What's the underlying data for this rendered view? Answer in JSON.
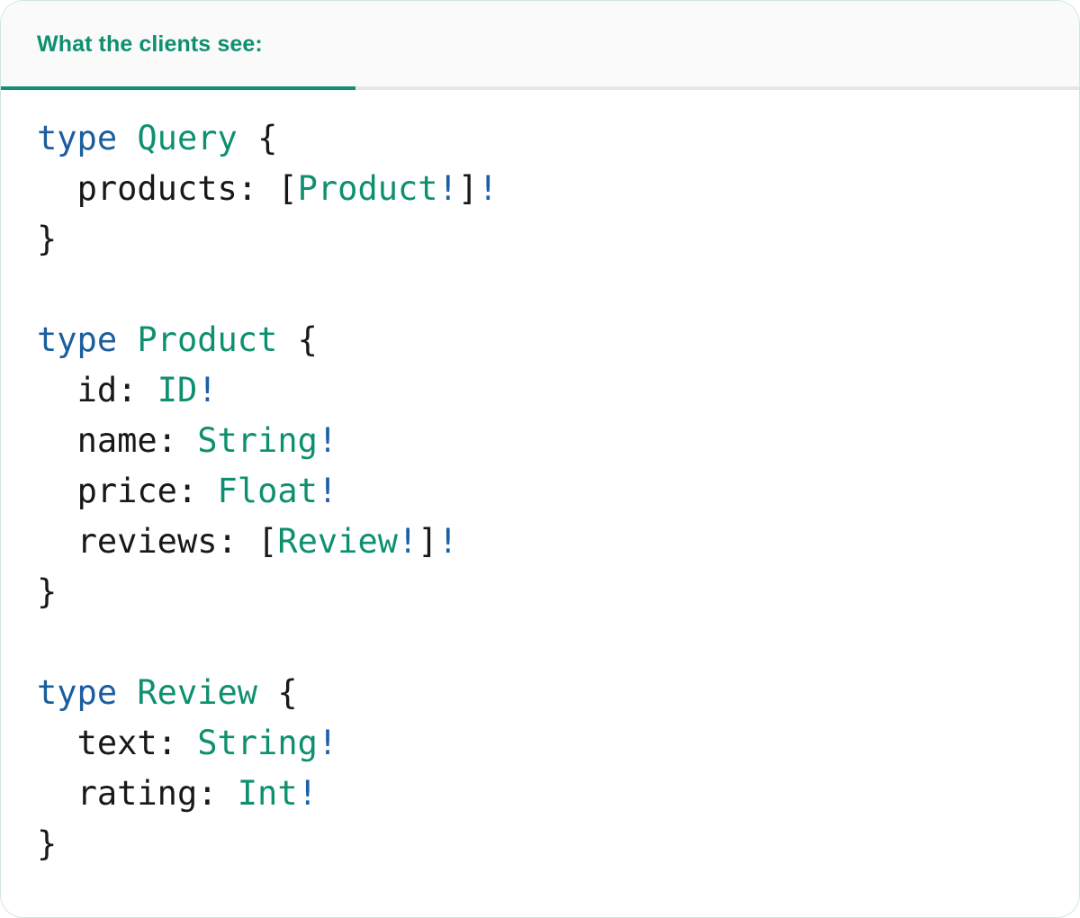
{
  "card": {
    "border_color": "#cfe6dd",
    "background": "#ffffff"
  },
  "tabbar": {
    "background": "#fafafa",
    "divider_color": "#e6e6e6",
    "active_tab": {
      "label": "What the clients see:",
      "text_color": "#0e8f70",
      "underline_color": "#109273"
    }
  },
  "syntax_colors": {
    "keyword": "#1b5e9e",
    "type_name": "#0e9070",
    "field_name": "#17181a",
    "punctuation": "#17181a",
    "non_null_bang": "#1a5fa8"
  },
  "code": {
    "language": "graphql",
    "lines": [
      {
        "id": "line-1",
        "text": "type Query {",
        "tokens": [
          {
            "t": "type",
            "c": "kw"
          },
          {
            "t": " ",
            "c": "punct"
          },
          {
            "t": "Query",
            "c": "type"
          },
          {
            "t": " ",
            "c": "punct"
          },
          {
            "t": "{",
            "c": "punct"
          }
        ]
      },
      {
        "id": "line-2",
        "text": "  products: [Product!]!",
        "tokens": [
          {
            "t": "  ",
            "c": "punct"
          },
          {
            "t": "products",
            "c": "field"
          },
          {
            "t": ": ",
            "c": "punct"
          },
          {
            "t": "[",
            "c": "punct"
          },
          {
            "t": "Product",
            "c": "type"
          },
          {
            "t": "!",
            "c": "bang"
          },
          {
            "t": "]",
            "c": "punct"
          },
          {
            "t": "!",
            "c": "bang"
          }
        ]
      },
      {
        "id": "line-3",
        "text": "}",
        "tokens": [
          {
            "t": "}",
            "c": "punct"
          }
        ]
      },
      {
        "id": "line-4",
        "text": "",
        "tokens": []
      },
      {
        "id": "line-5",
        "text": "type Product {",
        "tokens": [
          {
            "t": "type",
            "c": "kw"
          },
          {
            "t": " ",
            "c": "punct"
          },
          {
            "t": "Product",
            "c": "type"
          },
          {
            "t": " ",
            "c": "punct"
          },
          {
            "t": "{",
            "c": "punct"
          }
        ]
      },
      {
        "id": "line-6",
        "text": "  id: ID!",
        "tokens": [
          {
            "t": "  ",
            "c": "punct"
          },
          {
            "t": "id",
            "c": "field"
          },
          {
            "t": ": ",
            "c": "punct"
          },
          {
            "t": "ID",
            "c": "type"
          },
          {
            "t": "!",
            "c": "bang"
          }
        ]
      },
      {
        "id": "line-7",
        "text": "  name: String!",
        "tokens": [
          {
            "t": "  ",
            "c": "punct"
          },
          {
            "t": "name",
            "c": "field"
          },
          {
            "t": ": ",
            "c": "punct"
          },
          {
            "t": "String",
            "c": "type"
          },
          {
            "t": "!",
            "c": "bang"
          }
        ]
      },
      {
        "id": "line-8",
        "text": "  price: Float!",
        "tokens": [
          {
            "t": "  ",
            "c": "punct"
          },
          {
            "t": "price",
            "c": "field"
          },
          {
            "t": ": ",
            "c": "punct"
          },
          {
            "t": "Float",
            "c": "type"
          },
          {
            "t": "!",
            "c": "bang"
          }
        ]
      },
      {
        "id": "line-9",
        "text": "  reviews: [Review!]!",
        "tokens": [
          {
            "t": "  ",
            "c": "punct"
          },
          {
            "t": "reviews",
            "c": "field"
          },
          {
            "t": ": ",
            "c": "punct"
          },
          {
            "t": "[",
            "c": "punct"
          },
          {
            "t": "Review",
            "c": "type"
          },
          {
            "t": "!",
            "c": "bang"
          },
          {
            "t": "]",
            "c": "punct"
          },
          {
            "t": "!",
            "c": "bang"
          }
        ]
      },
      {
        "id": "line-10",
        "text": "}",
        "tokens": [
          {
            "t": "}",
            "c": "punct"
          }
        ]
      },
      {
        "id": "line-11",
        "text": "",
        "tokens": []
      },
      {
        "id": "line-12",
        "text": "type Review {",
        "tokens": [
          {
            "t": "type",
            "c": "kw"
          },
          {
            "t": " ",
            "c": "punct"
          },
          {
            "t": "Review",
            "c": "type"
          },
          {
            "t": " ",
            "c": "punct"
          },
          {
            "t": "{",
            "c": "punct"
          }
        ]
      },
      {
        "id": "line-13",
        "text": "  text: String!",
        "tokens": [
          {
            "t": "  ",
            "c": "punct"
          },
          {
            "t": "text",
            "c": "field"
          },
          {
            "t": ": ",
            "c": "punct"
          },
          {
            "t": "String",
            "c": "type"
          },
          {
            "t": "!",
            "c": "bang"
          }
        ]
      },
      {
        "id": "line-14",
        "text": "  rating: Int!",
        "tokens": [
          {
            "t": "  ",
            "c": "punct"
          },
          {
            "t": "rating",
            "c": "field"
          },
          {
            "t": ": ",
            "c": "punct"
          },
          {
            "t": "Int",
            "c": "type"
          },
          {
            "t": "!",
            "c": "bang"
          }
        ]
      },
      {
        "id": "line-15",
        "text": "}",
        "tokens": [
          {
            "t": "}",
            "c": "punct"
          }
        ]
      }
    ]
  }
}
